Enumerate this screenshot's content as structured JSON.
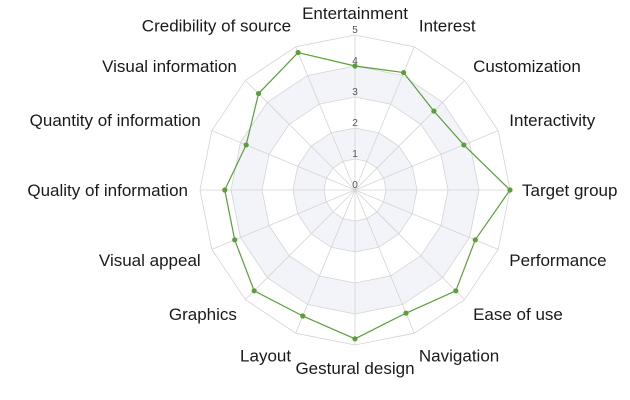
{
  "chart_data": {
    "type": "radar",
    "title": "",
    "categories": [
      "Entertainment",
      "Interest",
      "Customization",
      "Interactivity",
      "Target group",
      "Performance",
      "Ease of use",
      "Navigation",
      "Gestural design",
      "Layout",
      "Graphics",
      "Visual appeal",
      "Quality of information",
      "Quantity of information",
      "Visual information",
      "Credibility of source"
    ],
    "series": [
      {
        "values": [
          4.0,
          4.1,
          3.6,
          3.8,
          5.0,
          4.2,
          4.6,
          4.3,
          4.8,
          4.4,
          4.6,
          4.2,
          4.2,
          3.8,
          4.4,
          4.8
        ],
        "color": "#5c9e3b"
      }
    ],
    "rlim": [
      0,
      5
    ],
    "ticks": [
      "0",
      "1",
      "2",
      "3",
      "4",
      "5"
    ],
    "grid": true,
    "band_color": "#f3f4f9",
    "grid_color": "#d4d4d4"
  }
}
